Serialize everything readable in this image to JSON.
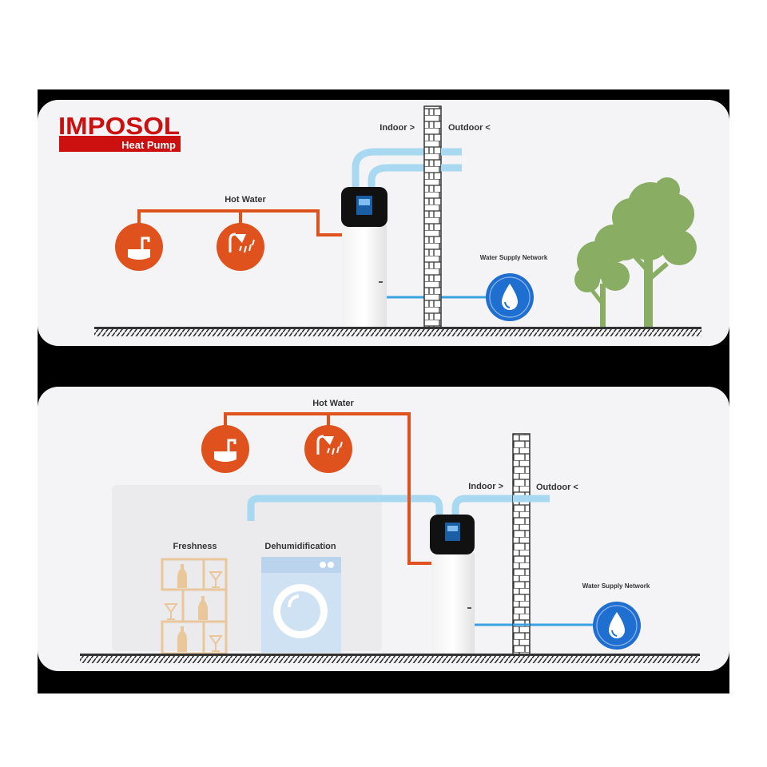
{
  "brand": {
    "name": "IMPOSOL",
    "tagline": "Heat Pump"
  },
  "panel_top": {
    "hot_water_label": "Hot Water",
    "indoor_label": "Indoor >",
    "outdoor_label": "Outdoor <",
    "water_supply_label": "Water Supply Network"
  },
  "panel_bottom": {
    "hot_water_label": "Hot Water",
    "indoor_label": "Indoor >",
    "outdoor_label": "Outdoor <",
    "water_supply_label": "Water Supply Network",
    "freshness_label": "Freshness",
    "dehumidification_label": "Dehumidification"
  },
  "colors": {
    "hot_pipe": "#e0521d",
    "air_duct": "#a9d8f1",
    "cold_pipe": "#3aa2e0",
    "water_icon": "#1f6fd1",
    "brand_red": "#cc0f0f",
    "tree": "#88ad63"
  },
  "icons": [
    "sink-icon",
    "shower-icon",
    "water-drop-icon",
    "tree-icon",
    "wine-rack-icon",
    "washing-machine-icon",
    "heat-pump-unit"
  ]
}
